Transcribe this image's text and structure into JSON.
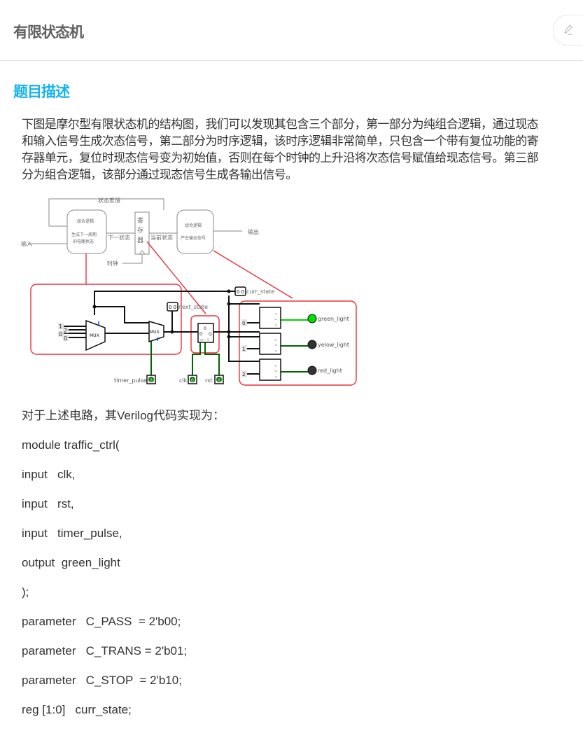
{
  "header": {
    "title": "有限状态机",
    "edit_icon": "pencil-icon"
  },
  "section": {
    "title": "题目描述"
  },
  "description": {
    "lines": [
      "下图是摩尔型有限状态机的结构图，我们可以发现其包含三个部分，第一部分为纯组合逻辑，通过现态",
      "和输入信号生成次态信号，第二部分为时序逻辑，该时序逻辑非常简单，只包含一个带有复位功能的寄",
      "存器单元，复位时现态信号变为初始值，否则在每个时钟的上升沿将次态信号赋值给现态信号。第三部",
      "分为组合逻辑，该部分通过现态信号生成各输出信号。"
    ]
  },
  "diagram": {
    "top": {
      "feedback_label": "状态反馈",
      "input_label": "输入",
      "block1_title": "组合逻辑",
      "block1_line1": "生成下一周期",
      "block1_line2": "的电路状态",
      "next_state_label": "下一状态",
      "register_label": "寄存器",
      "current_state_label": "当前状态",
      "clock_label": "时钟",
      "block2_title": "组合逻辑",
      "block2_line1": "产生输出信号",
      "output_label": "输出"
    },
    "circuit": {
      "mux_label": "MUX",
      "mux_consts": [
        "1",
        "2",
        "0",
        "0"
      ],
      "next_state_probe": "0 0",
      "next_state_label": "next_state",
      "curr_state_probe": "0 0",
      "curr_state_label": "curr_state",
      "reg_value": "0",
      "reg_d": "D",
      "reg_q": "Q",
      "reg_en": "en",
      "reg_rst": "0",
      "timer_pulse_label": "timer_pulse",
      "timer_pulse_value": "0",
      "clk_label": "clk",
      "clk_value": "0",
      "rst_label": "rst",
      "rst_value": "0",
      "cmp_consts": [
        "0",
        "1",
        "2"
      ],
      "lights": [
        {
          "label": "green_light",
          "color": "#00e000"
        },
        {
          "label": "yelow_light",
          "color": "#333333"
        },
        {
          "label": "red_light",
          "color": "#333333"
        }
      ],
      "highlight_color": "#e8323c",
      "wire_active_color": "#006400",
      "wire_lit_color": "#00d000"
    }
  },
  "code": {
    "intro": "对于上述电路，其Verilog代码实现为：",
    "lines": [
      "module traffic_ctrl(",
      "input   clk,",
      "input   rst,",
      "input   timer_pulse,",
      "output  green_light",
      ");",
      "parameter   C_PASS  = 2'b00;",
      "parameter   C_TRANS = 2'b01;",
      "parameter   C_STOP  = 2'b10;",
      "reg [1:0]   curr_state;"
    ]
  }
}
